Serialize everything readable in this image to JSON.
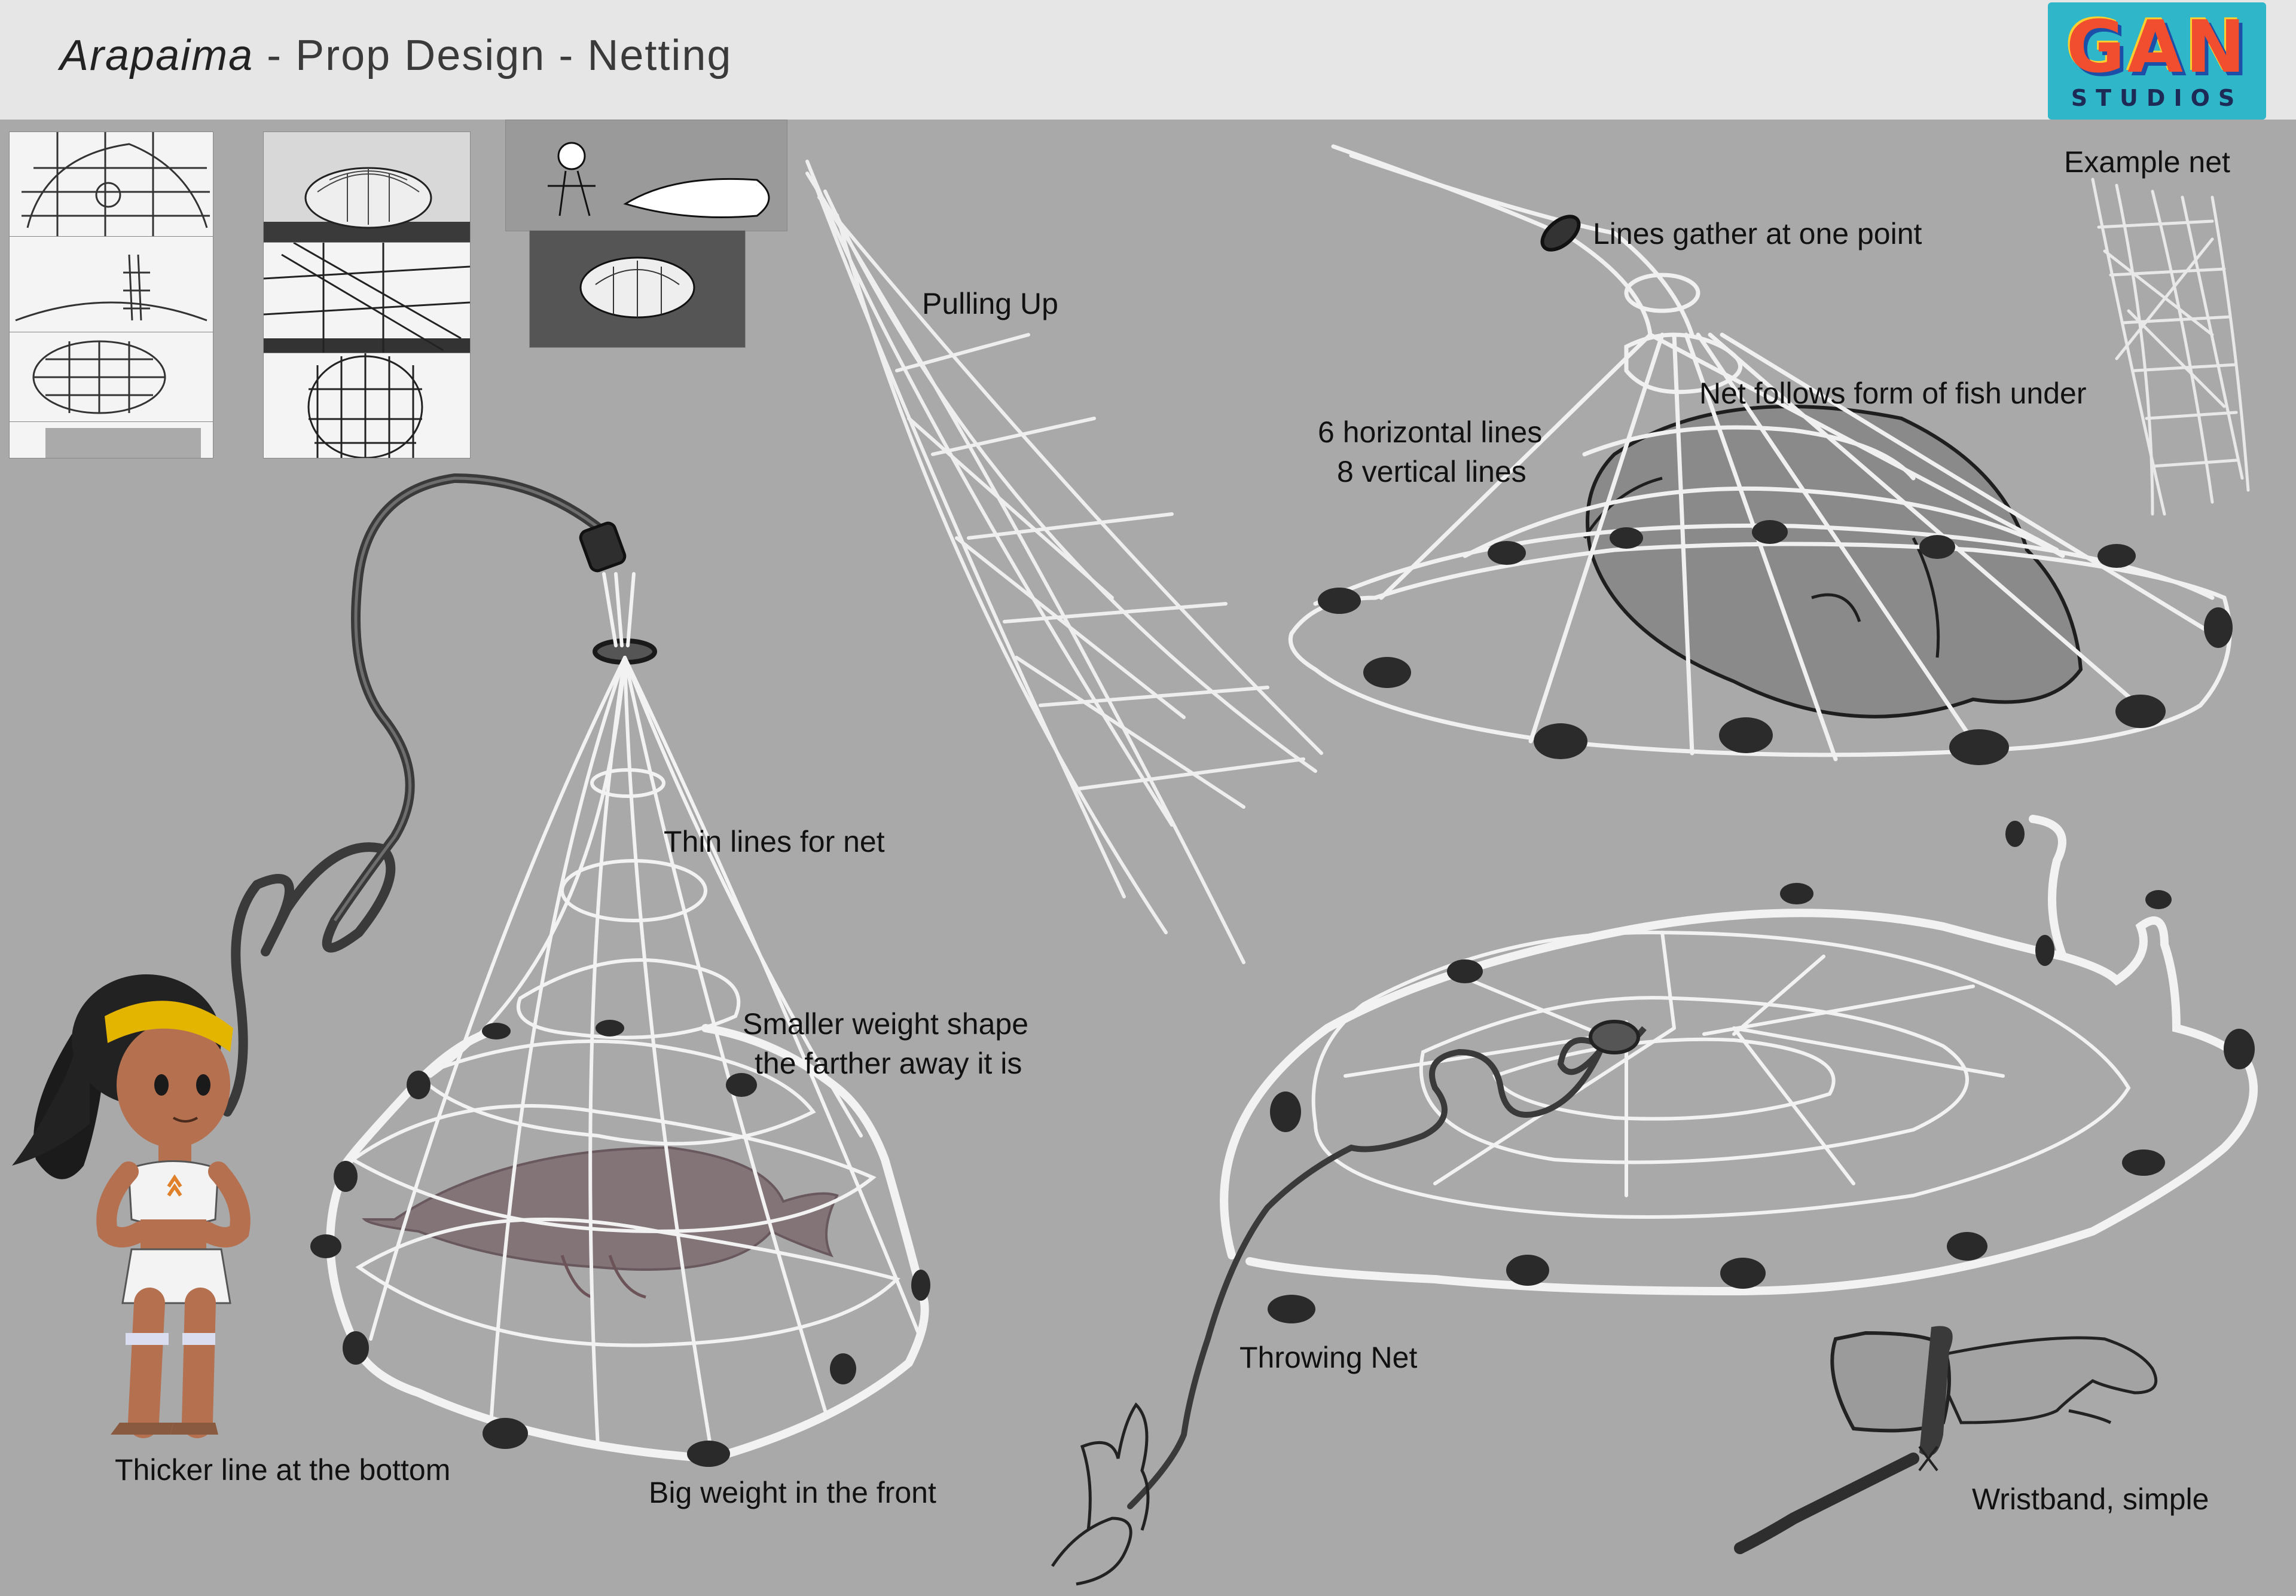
{
  "header": {
    "title_main": "Arapaima",
    "title_rest": " - Prop Design - Netting"
  },
  "logo": {
    "name": "GAN",
    "subtitle": "STUDIOS"
  },
  "annotations": {
    "pulling_up": "Pulling Up",
    "example_net": "Example net",
    "lines_gather": "Lines gather at one point",
    "net_follows": "Net follows form of fish under",
    "horizontal_lines": "6 horizontal lines",
    "vertical_lines": "8 vertical lines",
    "thin_lines": "Thin lines for net",
    "smaller_weight_1": "Smaller weight shape",
    "smaller_weight_2": "the farther away it is",
    "thicker_line": "Thicker line at the bottom",
    "big_weight": "Big weight in the front",
    "throwing_net": "Throwing Net",
    "wristband": "Wristband, simple"
  },
  "colors": {
    "background": "#a9a9a9",
    "header": "#e6e6e6",
    "net_line": "#f0f0f0",
    "weight": "#2a2a2a",
    "rope": "#3a3a3a"
  }
}
